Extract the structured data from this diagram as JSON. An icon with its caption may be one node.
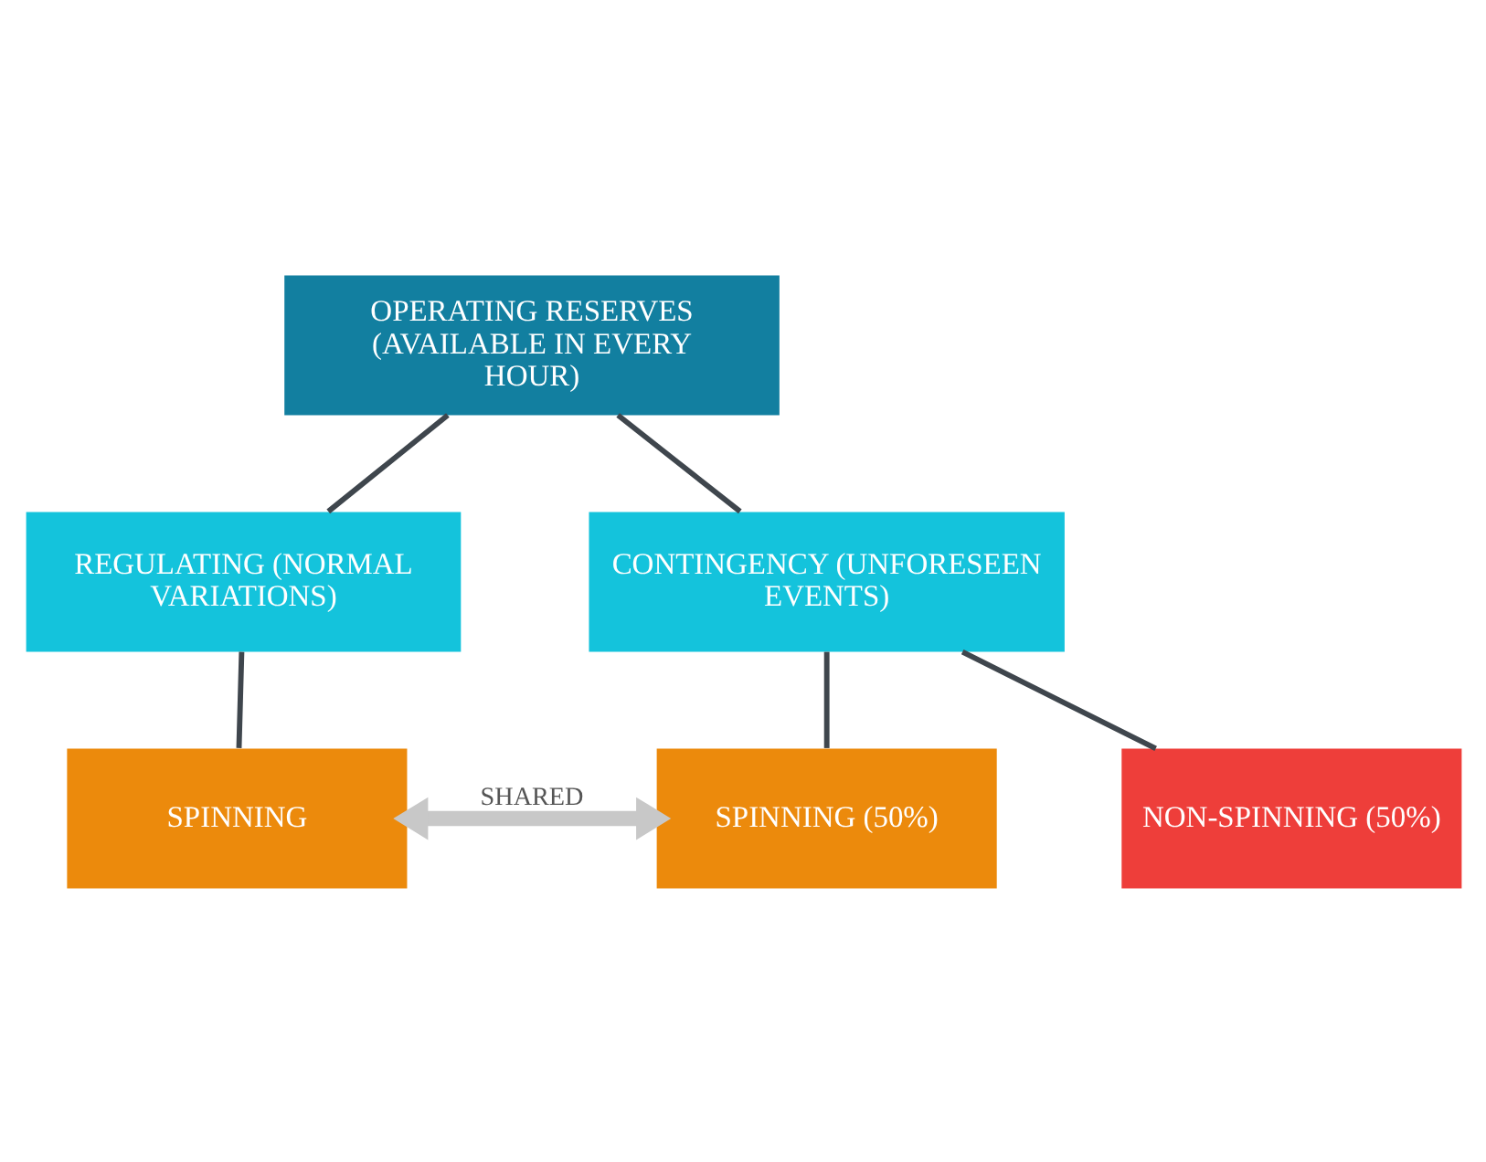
{
  "diagram": {
    "nodes": [
      {
        "text": [
          "OPERATING RESERVES (AVAILABLE IN EVERY HOUR)"
        ]
      },
      {
        "text": [
          "REGULATING (NORMAL VARIATIONS)"
        ]
      },
      {
        "text": [
          "CONTINGENCY (UNFORESEEN EVENTS)"
        ]
      },
      {
        "text": [
          "SPINNING"
        ]
      },
      {
        "text": [
          "SPINNING (50%)"
        ]
      },
      {
        "text": [
          "NON-SPINNING (50%)"
        ]
      }
    ],
    "edges": [
      {
        "from": 0,
        "to": 1,
        "arrow": "none"
      },
      {
        "from": 0,
        "to": 2,
        "arrow": "none"
      },
      {
        "from": 1,
        "to": 3,
        "arrow": "none"
      },
      {
        "from": 2,
        "to": 4,
        "arrow": "none"
      },
      {
        "from": 2,
        "to": 5,
        "arrow": "none"
      },
      {
        "from": 3,
        "to": 4,
        "arrow": "both",
        "label": "SHARED",
        "style": "thick",
        "color": "#c8c8c8"
      }
    ]
  }
}
